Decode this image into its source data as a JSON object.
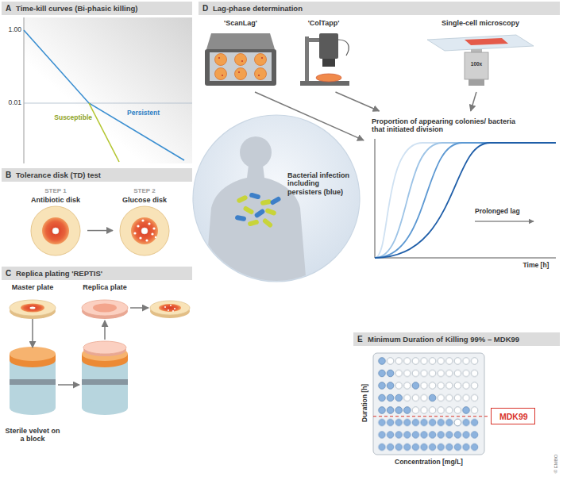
{
  "diagram": {
    "nodes": [
      {
        "text": [
          "A",
          "Time-kill curves (Bi-phasic killing)"
        ]
      },
      {
        "text": [
          "B",
          "Tolerance disk (TD) test"
        ]
      },
      {
        "text": [
          "STEP 1",
          "Antibiotic disk"
        ],
        "in": 1
      },
      {
        "text": [
          "STEP 2",
          "Glucose disk"
        ],
        "in": 1
      },
      {
        "text": [
          "C",
          "Replica plating 'REPTIS'"
        ]
      },
      {
        "text": [
          "Master plate"
        ],
        "in": 4
      },
      {
        "text": [
          "Replica plate"
        ],
        "in": 4
      },
      {
        "text": [
          "Sterile velvet on a block"
        ],
        "in": 4
      },
      {
        "text": [
          "D",
          "Lag-phase determination"
        ]
      },
      {
        "text": [
          "'ScanLag'"
        ],
        "in": 8
      },
      {
        "text": [
          "'ColTapp'"
        ],
        "in": 8
      },
      {
        "text": [
          "Single-cell microscopy"
        ],
        "in": 8
      },
      {
        "text": [
          "Proportion of appearing colonies/ bacteria that initiated division",
          "Prolonged lag",
          "Time [h]"
        ],
        "in": 8
      },
      {
        "text": [
          "Bacterial infection including persisters (blue)"
        ],
        "in": 8
      },
      {
        "text": [
          "E",
          "Minimum Duration of Killing 99% – MDK99"
        ]
      },
      {
        "text": [
          "MDK99"
        ],
        "in": 14
      }
    ],
    "edges": [
      {
        "from": 2,
        "to": 3,
        "arrow": "to"
      },
      {
        "from": 5,
        "to": 7,
        "arrow": "to"
      },
      {
        "from": 9,
        "to": 12,
        "arrow": "to"
      },
      {
        "from": 10,
        "to": 12,
        "arrow": "to"
      },
      {
        "from": 11,
        "to": 12,
        "arrow": "to"
      }
    ],
    "labels": [
      "1.00",
      "0.01",
      "Susceptible",
      "Persistent",
      "100x",
      "Duration [h]",
      "Concentration [mg/L]",
      "© EMBO"
    ]
  }
}
